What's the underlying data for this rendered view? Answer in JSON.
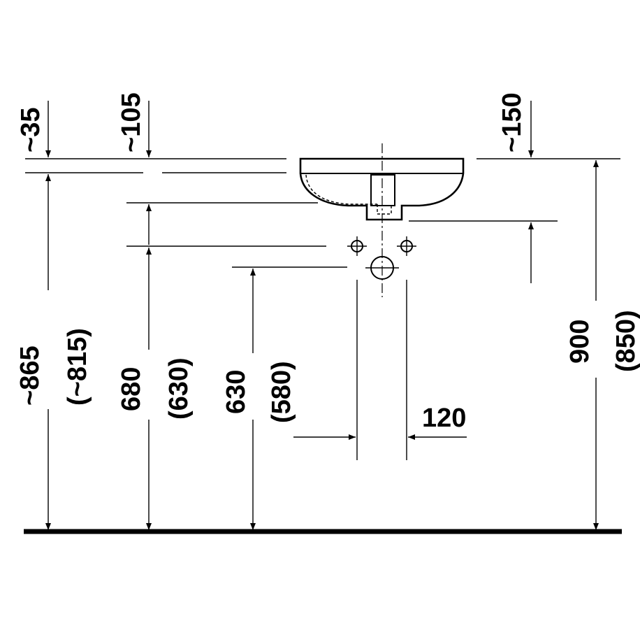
{
  "drawing": {
    "labels": {
      "top_offset_a": "~35",
      "top_offset_b": "~105",
      "top_offset_c": "~150",
      "height_overall": "~865",
      "height_overall_alt": "(~815)",
      "height_waste": "680",
      "height_waste_alt": "(630)",
      "height_supply": "630",
      "height_supply_alt": "(580)",
      "spacing_supply": "120",
      "height_rim": "900",
      "height_rim_alt": "(850)"
    },
    "colors": {
      "line": "#000000",
      "background": "#ffffff"
    }
  }
}
